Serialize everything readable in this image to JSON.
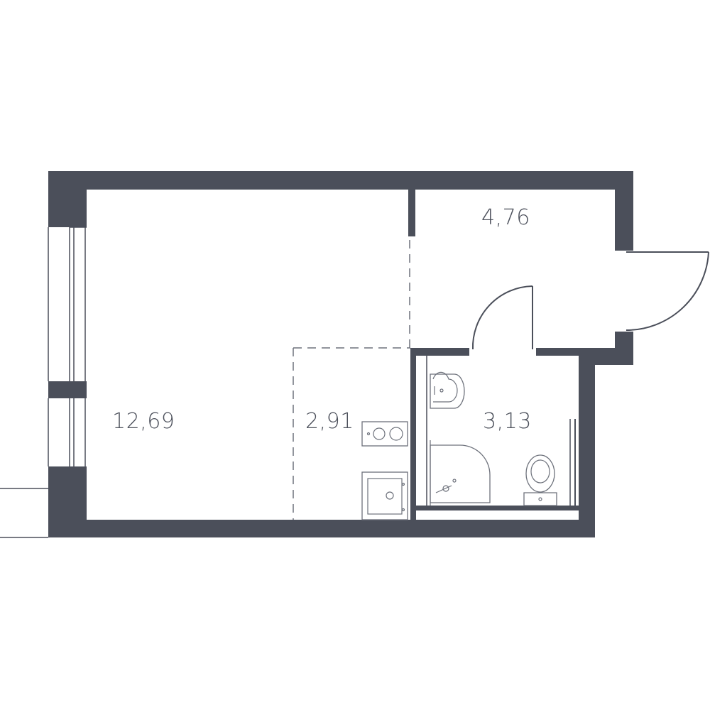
{
  "plan": {
    "wall_color": "#4b4f5a",
    "line_color": "#6d717b",
    "background": "#ffffff"
  },
  "rooms": {
    "living": {
      "area": "12,69"
    },
    "kitchen": {
      "area": "2,91"
    },
    "bathroom": {
      "area": "3,13"
    },
    "hallway": {
      "area": "4,76"
    }
  },
  "fixtures": [
    "stove-icon",
    "sink-icon",
    "washbasin-icon",
    "shower-icon",
    "toilet-icon"
  ]
}
